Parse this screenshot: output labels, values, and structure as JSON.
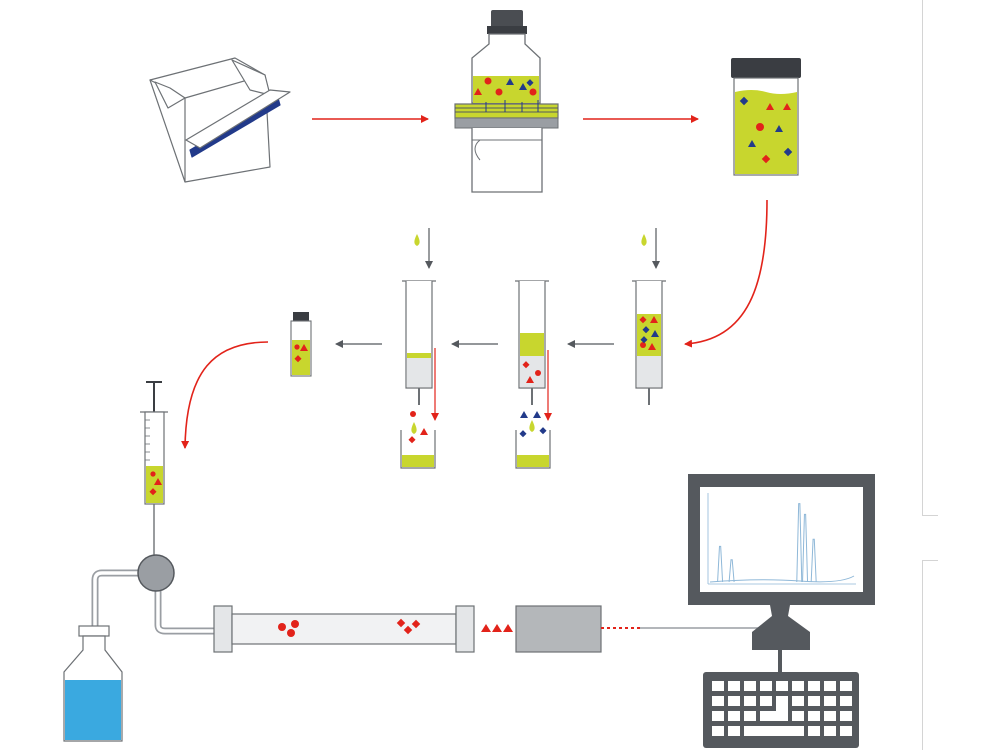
{
  "colors": {
    "red": "#e2231a",
    "navy": "#223a8a",
    "yellow_green": "#c8d62e",
    "liquid_blue": "#3aa9e0",
    "dark_gray": "#55595e",
    "mid_gray": "#9a9ea3",
    "light_gray": "#e4e6e8",
    "outline": "#6d7175",
    "chart_line": "#8fb8d8"
  },
  "icons": [
    "sample-carton-icon",
    "filtration-bottle-icon",
    "sample-jar-icon",
    "spe-cartridge-icon",
    "collection-beaker-icon",
    "sample-vial-icon",
    "syringe-icon",
    "injection-valve-icon",
    "solvent-bottle-icon",
    "hplc-column-icon",
    "detector-icon",
    "monitor-icon",
    "keyboard-icon"
  ],
  "chromatogram": {
    "peaks": [
      {
        "position": 0.07,
        "height": 0.4
      },
      {
        "position": 0.15,
        "height": 0.25
      },
      {
        "position": 0.62,
        "height": 0.88
      },
      {
        "position": 0.66,
        "height": 0.76
      },
      {
        "position": 0.72,
        "height": 0.48
      }
    ]
  }
}
